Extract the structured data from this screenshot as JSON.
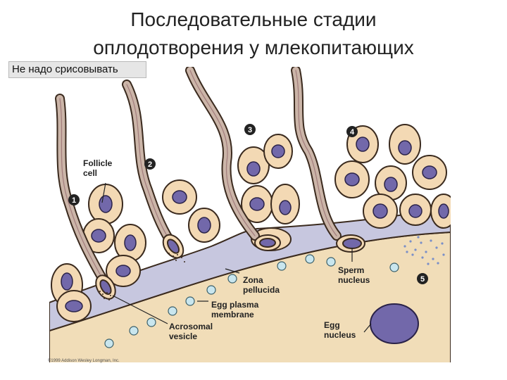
{
  "title": {
    "line1": "Последовательные стадии",
    "line2": "оплодотворения у млекопитающих"
  },
  "note": "Не надо срисовывать",
  "figure": {
    "labels": {
      "follicle_cell_1": "Follicle",
      "follicle_cell_2": "cell",
      "zona_1": "Zona",
      "zona_2": "pellucida",
      "membrane_1": "Egg plasma",
      "membrane_2": "membrane",
      "acrosomal_1": "Acrosomal",
      "acrosomal_2": "vesicle",
      "sperm_1": "Sperm",
      "sperm_2": "nucleus",
      "egg_1": "Egg",
      "egg_2": "nucleus"
    },
    "stages": [
      "1",
      "2",
      "3",
      "4",
      "5"
    ],
    "credit": "©1999 Addison Wesley Longman, Inc.",
    "colors": {
      "cell_fill": "#f3d9b4",
      "cell_stroke": "#3a2a1e",
      "nucleus": "#7268aa",
      "zona": "#c7c7df",
      "egg": "#f1ddb8",
      "sperm_tail": "#cbb5a8",
      "marker": "#222222"
    }
  }
}
